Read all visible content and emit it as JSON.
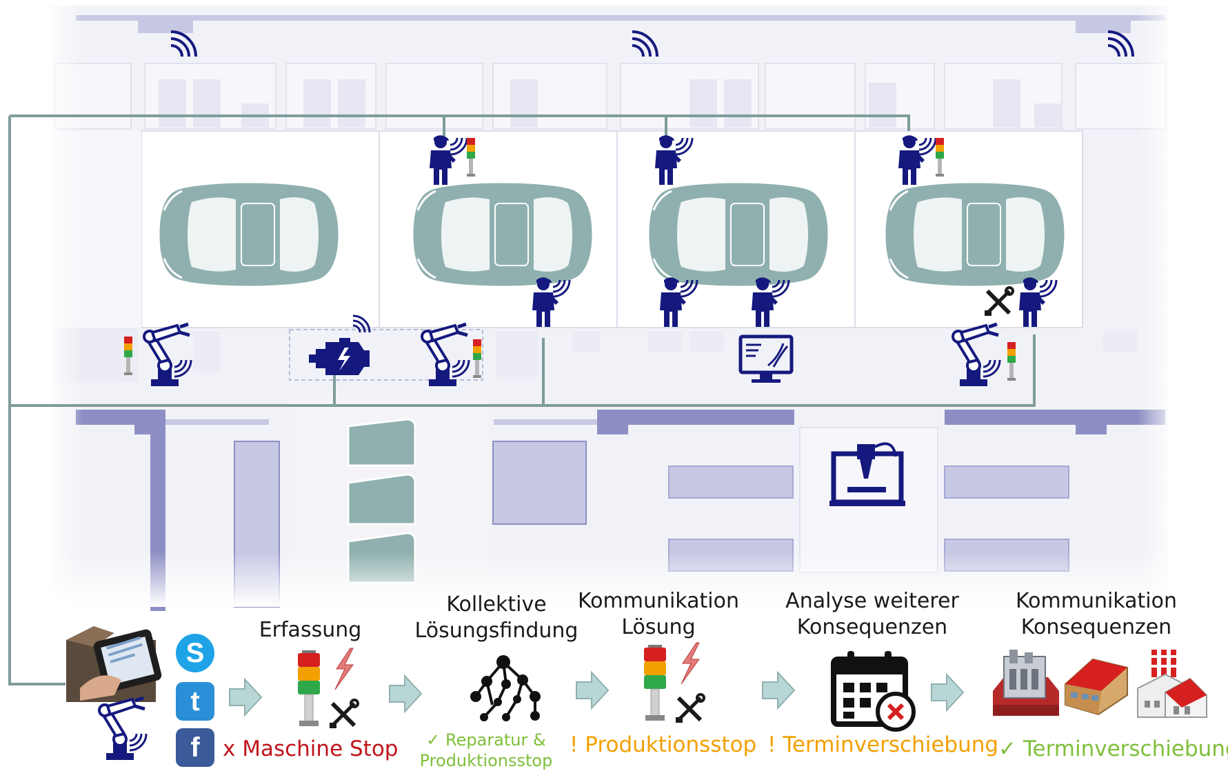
{
  "colors": {
    "navy": "#15197e",
    "teal": "#8fb0ae",
    "line": "#7e9c9a",
    "wall": "#8d8fc4",
    "wall_light": "#c6c8e4",
    "arrow": "#b8d6d6",
    "red": "#c0141c",
    "orange": "#f2a000",
    "green": "#7fbf3a"
  },
  "process": {
    "steps": [
      {
        "label_lines": [
          "Erfassung"
        ],
        "icons": [
          "signal-tower-icon",
          "lightning-icon",
          "repair-tools-icon"
        ],
        "status_symbol": "x",
        "status_text": "Maschine Stop",
        "status_color": "red"
      },
      {
        "label_lines": [
          "Kollektive",
          "Lösungsfindung"
        ],
        "icons": [
          "network-graph-icon"
        ],
        "status_symbol": "✓",
        "status_text": "Reparatur & Produktionsstop",
        "status_color": "green"
      },
      {
        "label_lines": [
          "Kommunikation",
          "Lösung"
        ],
        "icons": [
          "signal-tower-icon",
          "lightning-icon",
          "repair-tools-icon"
        ],
        "status_symbol": "!",
        "status_text": "Produktionsstop",
        "status_color": "orange"
      },
      {
        "label_lines": [
          "Analyse weiterer",
          "Konsequenzen"
        ],
        "icons": [
          "calendar-cancel-icon"
        ],
        "status_symbol": "!",
        "status_text": "Terminverschiebung",
        "status_color": "orange"
      },
      {
        "label_lines": [
          "Kommunikation",
          "Konsequenzen"
        ],
        "icons": [
          "factory-icon",
          "warehouse-icon",
          "plant-icon"
        ],
        "status_symbol": "✓",
        "status_text": "Terminverschiebung",
        "status_color": "green"
      }
    ],
    "social_icons": [
      "skype-icon",
      "twitter-icon",
      "facebook-icon"
    ],
    "social_letters": [
      "S",
      "t",
      "f"
    ]
  },
  "factory": {
    "cars": 4,
    "robot_arms": 3,
    "workers_with_wireless": 7,
    "wifi_emitters": 3
  }
}
